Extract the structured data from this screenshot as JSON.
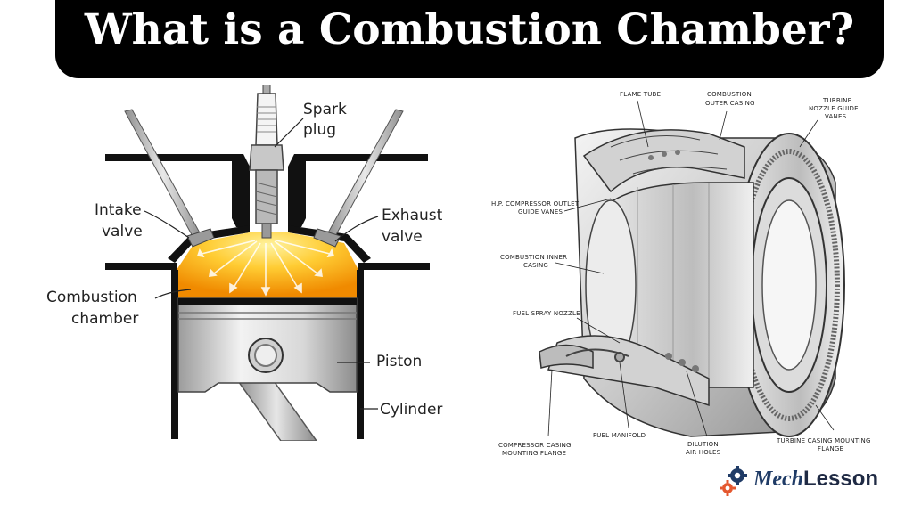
{
  "title": "What is a Combustion Chamber?",
  "engine_labels": {
    "spark_plug_1": "Spark",
    "spark_plug_2": "plug",
    "intake_1": "Intake",
    "intake_2": "valve",
    "exhaust_1": "Exhaust",
    "exhaust_2": "valve",
    "chamber_1": "Combustion",
    "chamber_2": "chamber",
    "piston": "Piston",
    "cylinder": "Cylinder"
  },
  "turbine_labels": {
    "flame_tube": "FLAME TUBE",
    "outer_casing_1": "COMBUSTION",
    "outer_casing_2": "OUTER CASING",
    "turbine_vanes_1": "TURBINE",
    "turbine_vanes_2": "NOZZLE GUIDE",
    "turbine_vanes_3": "VANES",
    "hp_outlet_1": "H.P. COMPRESSOR OUTLET",
    "hp_outlet_2": "GUIDE VANES",
    "inner_casing_1": "COMBUSTION INNER",
    "inner_casing_2": "CASING",
    "fuel_nozzle": "FUEL SPRAY NOZZLE",
    "comp_flange_1": "COMPRESSOR CASING",
    "comp_flange_2": "MOUNTING FLANGE",
    "fuel_manifold": "FUEL MANIFOLD",
    "dilution_1": "DILUTION",
    "dilution_2": "AIR HOLES",
    "turb_flange_1": "TURBINE CASING MOUNTING",
    "turb_flange_2": "FLANGE"
  },
  "logo": {
    "part1": "Mech",
    "part2": "Lesson"
  },
  "colors": {
    "flame_center": "#ffe066",
    "flame_edge": "#f08a00",
    "title_bg": "#000000"
  }
}
